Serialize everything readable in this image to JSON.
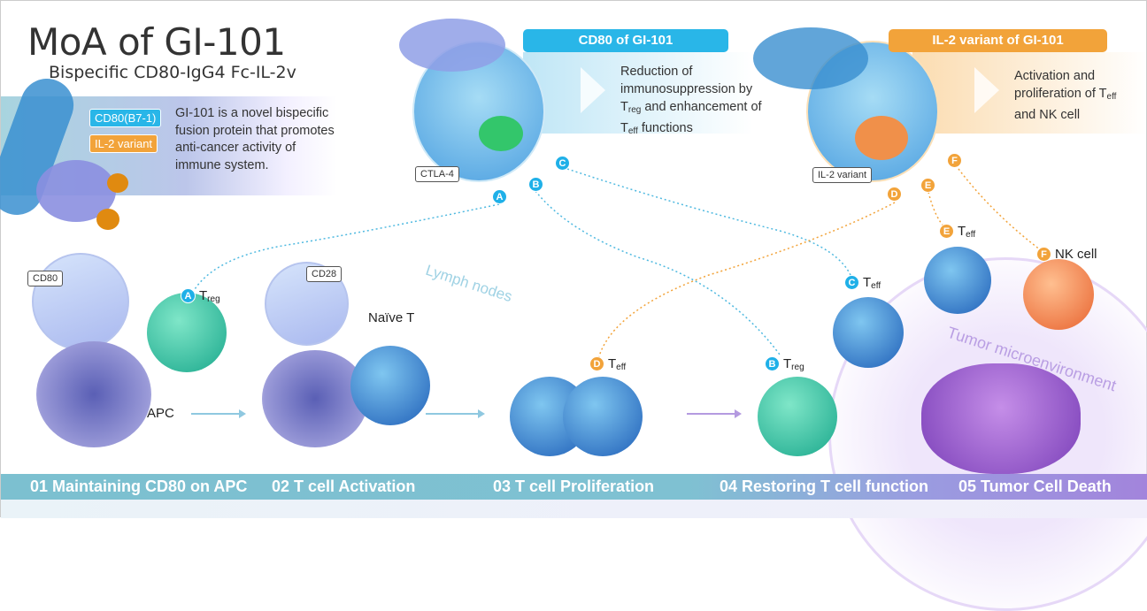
{
  "header": {
    "title": "MoA of GI-101",
    "subtitle": "Bispecific CD80-IgG4 Fc-IL-2v"
  },
  "intro": {
    "tag_cd80": "CD80(B7-1)",
    "tag_il2": "IL-2 variant",
    "description": "GI-101 is a novel bispecific fusion protein that promotes anti-cancer activity of immune system."
  },
  "cd80_panel": {
    "banner": "CD80 of GI-101",
    "text_1": "Reduction of immunosuppression by",
    "t1": "T",
    "t1_sub": "reg",
    "text_2": " and enhancement of ",
    "t2": "T",
    "t2_sub": "eff",
    "text_3": " functions",
    "callout": "CTLA-4",
    "markers": [
      "A",
      "B",
      "C"
    ]
  },
  "il2_panel": {
    "banner": "IL-2 variant of GI-101",
    "text_1": "Activation and proliferation of ",
    "t1": "T",
    "t1_sub": "eff",
    "text_2": " and NK cell",
    "callout": "IL-2 variant",
    "markers": [
      "D",
      "E",
      "F"
    ]
  },
  "diagram": {
    "cd80_callout": "CD80",
    "cd28_callout": "CD28",
    "apc": "APC",
    "naive_t": "Naïve T",
    "lymph_nodes": "Lymph nodes",
    "tumor_env": "Tumor microenvironment",
    "cells": [
      {
        "marker": "A",
        "base": "T",
        "sub": "reg"
      },
      {
        "marker": "D",
        "base": "T",
        "sub": "eff"
      },
      {
        "marker": "B",
        "base": "T",
        "sub": "reg"
      },
      {
        "marker": "C",
        "base": "T",
        "sub": "eff"
      },
      {
        "marker": "E",
        "base": "T",
        "sub": "eff"
      },
      {
        "marker": "F",
        "base": "NK cell",
        "sub": ""
      }
    ]
  },
  "steps": [
    "01 Maintaining CD80 on APC",
    "02 T cell Activation",
    "03 T cell Proliferation",
    "04 Restoring T cell function",
    "05 Tumor Cell Death"
  ],
  "colors": {
    "cyan": "#29b6e8",
    "orange": "#f2a33a",
    "teal_footer": "#7cc0d0",
    "purple_footer": "#a284dc"
  }
}
